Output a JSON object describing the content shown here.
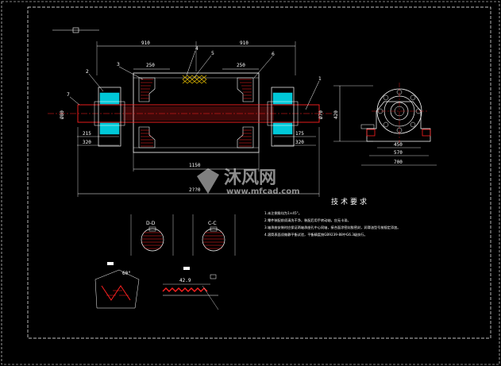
{
  "drawing": {
    "dimensions": {
      "left_half": "910",
      "right_half": "910",
      "left_top": "250",
      "right_top": "250",
      "total_inner": "1150",
      "total": "2??0",
      "bearing_shaft_left": "Ø80",
      "bearing_left_a": "215",
      "bearing_left_b": "320",
      "bearing_right_a": "175",
      "bearing_right_b": "320",
      "shaft_right": "Ø70",
      "side_height": "420",
      "side_w1": "450",
      "side_w2": "570",
      "side_w3": "700",
      "section_d": "D-D",
      "section_c": "C-C",
      "detail_dim": "42.9",
      "angle": "60°"
    },
    "callouts": [
      "1",
      "2",
      "3",
      "4",
      "5",
      "6",
      "7"
    ],
    "tech_requirements_title": "技术要求",
    "tech_notes": [
      "1.未注倒角均为1×45°。",
      "2.零件装配前须清洗干净，装配后用手转动轴，应无卡滞。",
      "3.轴承座安装时应保证两轴承座孔中心同轴，接合面涂密封胶密封，润滑油型号按规定添加。",
      "4.滚筒表面须做静平衡试验，平衡精度按GB9239-88中G6.3级执行。"
    ]
  },
  "watermark": {
    "brand": "沐风网",
    "url": "www.mfcad.com"
  },
  "colors": {
    "background": "#000000",
    "line_white": "#ffffff",
    "line_red": "#ff0000",
    "bearing_cyan": "#00c8d8",
    "section_hatch": "#ff2020",
    "pattern_yellow": "#ffd200"
  }
}
